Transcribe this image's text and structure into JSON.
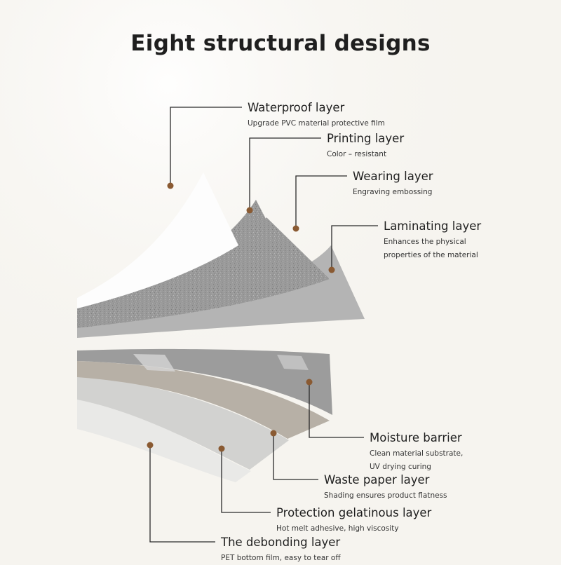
{
  "title": "Eight structural designs",
  "colors": {
    "background": "#f6f4ef",
    "dot": "#8a5a32",
    "line": "#2a2a2a"
  },
  "layers": [
    {
      "name": "Waterproof layer",
      "desc": [
        "Upgrade PVC material protective film"
      ]
    },
    {
      "name": "Printing layer",
      "desc": [
        "Color – resistant"
      ]
    },
    {
      "name": "Wearing layer",
      "desc": [
        "Engraving embossing"
      ]
    },
    {
      "name": "Laminating layer",
      "desc": [
        "Enhances the physical",
        "properties of the material"
      ]
    },
    {
      "name": "Moisture barrier",
      "desc": [
        "Clean material substrate,",
        "UV drying curing"
      ]
    },
    {
      "name": "Waste paper layer",
      "desc": [
        "Shading ensures product flatness"
      ]
    },
    {
      "name": "Protection gelatinous layer",
      "desc": [
        "Hot melt adhesive, high viscosity"
      ]
    },
    {
      "name": "The debonding layer",
      "desc": [
        "PET bottom film, easy to tear off"
      ]
    }
  ]
}
